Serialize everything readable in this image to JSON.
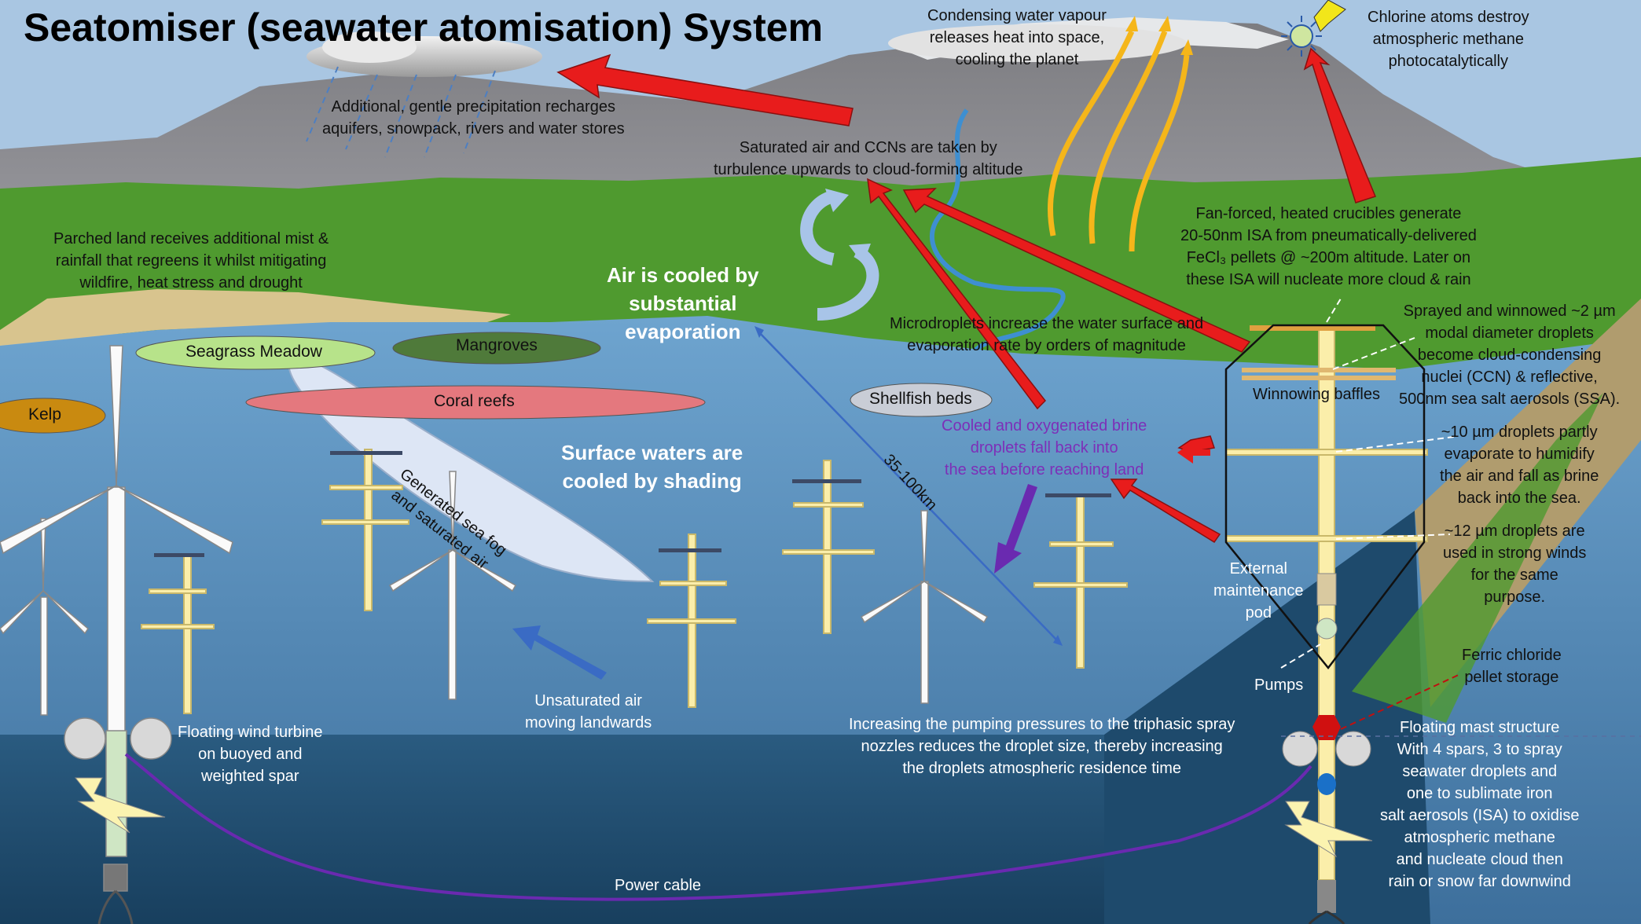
{
  "title": "Seatomiser (seawater atomisation) System",
  "labels": {
    "condensing": "Condensing water vapour\nreleases heat into space,\ncooling the planet",
    "chlorine": "Chlorine atoms destroy\natmospheric methane\nphotocatalytically",
    "precipitation": "Additional, gentle precipitation recharges\naquifers, snowpack, rivers and water stores",
    "saturated_air": "Saturated air and CCNs are taken by\nturbulence upwards to cloud-forming altitude",
    "parched_land": "Parched land receives additional mist &\nrainfall that regreens it whilst mitigating\nwildfire, heat stress and drought",
    "fan_forced": "Fan-forced, heated crucibles generate\n20-50nm ISA from pneumatically-delivered\nFeCl₃ pellets @ ~200m altitude. Later on\nthese ISA will nucleate more cloud & rain",
    "air_cooled": "Air is cooled by\nsubstantial\nevaporation",
    "microdroplets": "Microdroplets increase the water surface and\nevaporation rate by orders of magnitude",
    "sprayed_winnowed": "Sprayed and winnowed ~2 µm\nmodal diameter droplets\nbecome cloud-condensing\nnuclei (CCN) & reflective,\n500nm sea salt aerosols (SSA).",
    "winnowing_baffles": "Winnowing baffles",
    "ten_um": "~10 µm droplets partly\nevaporate to humidify\nthe air and fall as brine\nback into the sea.",
    "twelve_um": "~12 µm droplets are\nused in strong winds\nfor the same\npurpose.",
    "cooled_brine": "Cooled and oxygenated brine\ndroplets fall back into\nthe sea before reaching land",
    "surface_cooled": "Surface waters are\ncooled by shading",
    "sea_fog": "Generated sea fog\nand saturated air",
    "distance": "35-100km",
    "external_pod": "External\nmaintenance\npod",
    "pumps": "Pumps",
    "ferric_chloride": "Ferric chloride\npellet storage",
    "unsaturated_air": "Unsaturated air\nmoving landwards",
    "floating_turbine": "Floating wind turbine\non buoyed and\nweighted  spar",
    "pumping_pressures": "Increasing the pumping pressures to the triphasic spray\nnozzles reduces the droplet size, thereby increasing\nthe droplets atmospheric residence time",
    "floating_mast": "Floating mast structure\nWith 4 spars, 3 to spray\nseawater droplets and\none to sublimate iron\nsalt aerosols (ISA) to oxidise\natmospheric methane\nand nucleate cloud then\nrain or snow far downwind",
    "power_cable": "Power cable"
  },
  "habitats": {
    "seagrass": "Seagrass Meadow",
    "mangroves": "Mangroves",
    "kelp": "Kelp",
    "coral": "Coral reefs",
    "shellfish": "Shellfish beds"
  },
  "colors": {
    "sky": "#a9c6e2",
    "mountain": "#8e8e92",
    "land": "#4f9a2f",
    "sea_surface": "#4f86b8",
    "deep_sea": "#1f4f72",
    "arrow_red": "#e81c1c",
    "arrow_yellow": "#f5b61a",
    "arrow_blue": "#3a6bc4",
    "arrow_purple": "#6a2ab0",
    "seagrass": "#b7e38a",
    "mangroves": "#4f7a3a",
    "kelp": "#c98a10",
    "coral": "#e4787e",
    "shellfish": "#c9cdd6"
  }
}
